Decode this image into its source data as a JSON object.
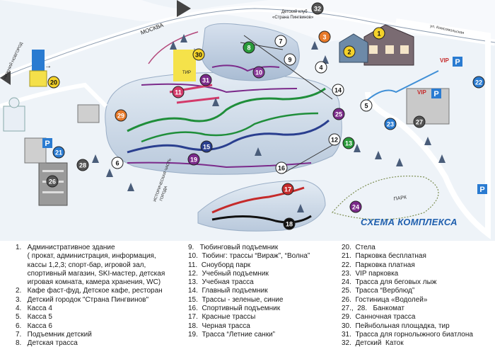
{
  "map": {
    "title": "СХЕМА КОМПЛЕКСА",
    "road_moscow": "МОСКВА",
    "road_nn": "НИЖНИЙ НОВГОРОД",
    "street": "ул. Комсомольская",
    "club_label_1": "Детский клуб",
    "club_label_2": "«Страна Пингвинов»",
    "tir": "ТИР",
    "park": "ПАРК",
    "history_1": "ИСТОРИЧЕСКАЯ ЧАСТЬ",
    "history_2": "ГОРОДА",
    "vip": "VIP",
    "parking": "P",
    "sign_arrow": "→",
    "markers": [
      "1",
      "2",
      "3",
      "4",
      "5",
      "6",
      "7",
      "8",
      "9",
      "10",
      "11",
      "12",
      "13",
      "14",
      "15",
      "16",
      "17",
      "18",
      "19",
      "20",
      "21",
      "22",
      "23",
      "24",
      "25",
      "26",
      "27",
      "28",
      "29",
      "30",
      "31",
      "32"
    ]
  },
  "legend": {
    "col1": [
      "1.   Административное здание",
      "      ( прокат, администрация, информация,",
      "      кассы 1,2,3; спорт-бар, игровой зал,",
      "      спортивный магазин, SKI-мастер, детская",
      "      игровая комната, камера хранения, WC)",
      "2.   Кафе фаст-фуд, Детское кафе, ресторан",
      "3.   Детский городок \"Страна Пингвинов\"",
      "4.   Касса 4",
      "5.   Касса 5",
      "6.   Касса 6",
      "7.   Подъемник детский",
      "8.   Детская трасса"
    ],
    "col2": [
      "9.   Тюбинговый подъемник",
      "10.  Тюбинг: трассы “Вираж”, “Волна”",
      "11.  Сноуборд парк",
      "12.  Учебный подъемник",
      "13.  Учебная трасса",
      "14.  Главный подъемник",
      "15.  Трассы - зеленые, синие",
      "16.  Спортивный подъемник",
      "17.  Красные трассы",
      "18.  Черная трасса",
      "19.  Трасса “Летние санки”"
    ],
    "col3": [
      "20.  Стела",
      "21.  Парковка бесплатная",
      "22.  Парковка платная",
      "23.  VIP парковка",
      "24.  Трасса для беговых лыж",
      "25.  Трасса “Верблюд”",
      "26.  Гостиница «Водолей»",
      "27.,  28.   Банкомат",
      "29.  Санночная трасса",
      "30.  Пейнбольная площадка, тир",
      "31.  Трасса для горнолыжного биатлона",
      "32.  Детский  Каток"
    ]
  }
}
